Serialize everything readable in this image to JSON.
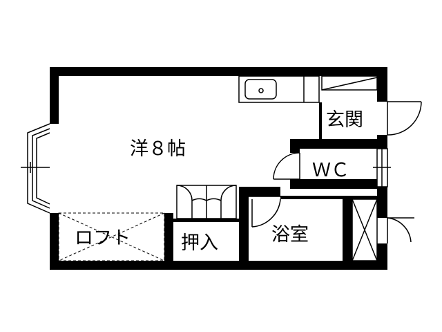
{
  "colors": {
    "wall": "#000000",
    "line": "#000000",
    "background": "#ffffff"
  },
  "rooms": {
    "western_room": "洋８帖",
    "entrance": "玄関",
    "toilet": "ＷＣ",
    "loft": "ロフト",
    "closet": "押入",
    "bathroom": "浴室"
  },
  "fixtures": [
    "kitchen-sink",
    "bay-window",
    "storage-cabinet"
  ]
}
